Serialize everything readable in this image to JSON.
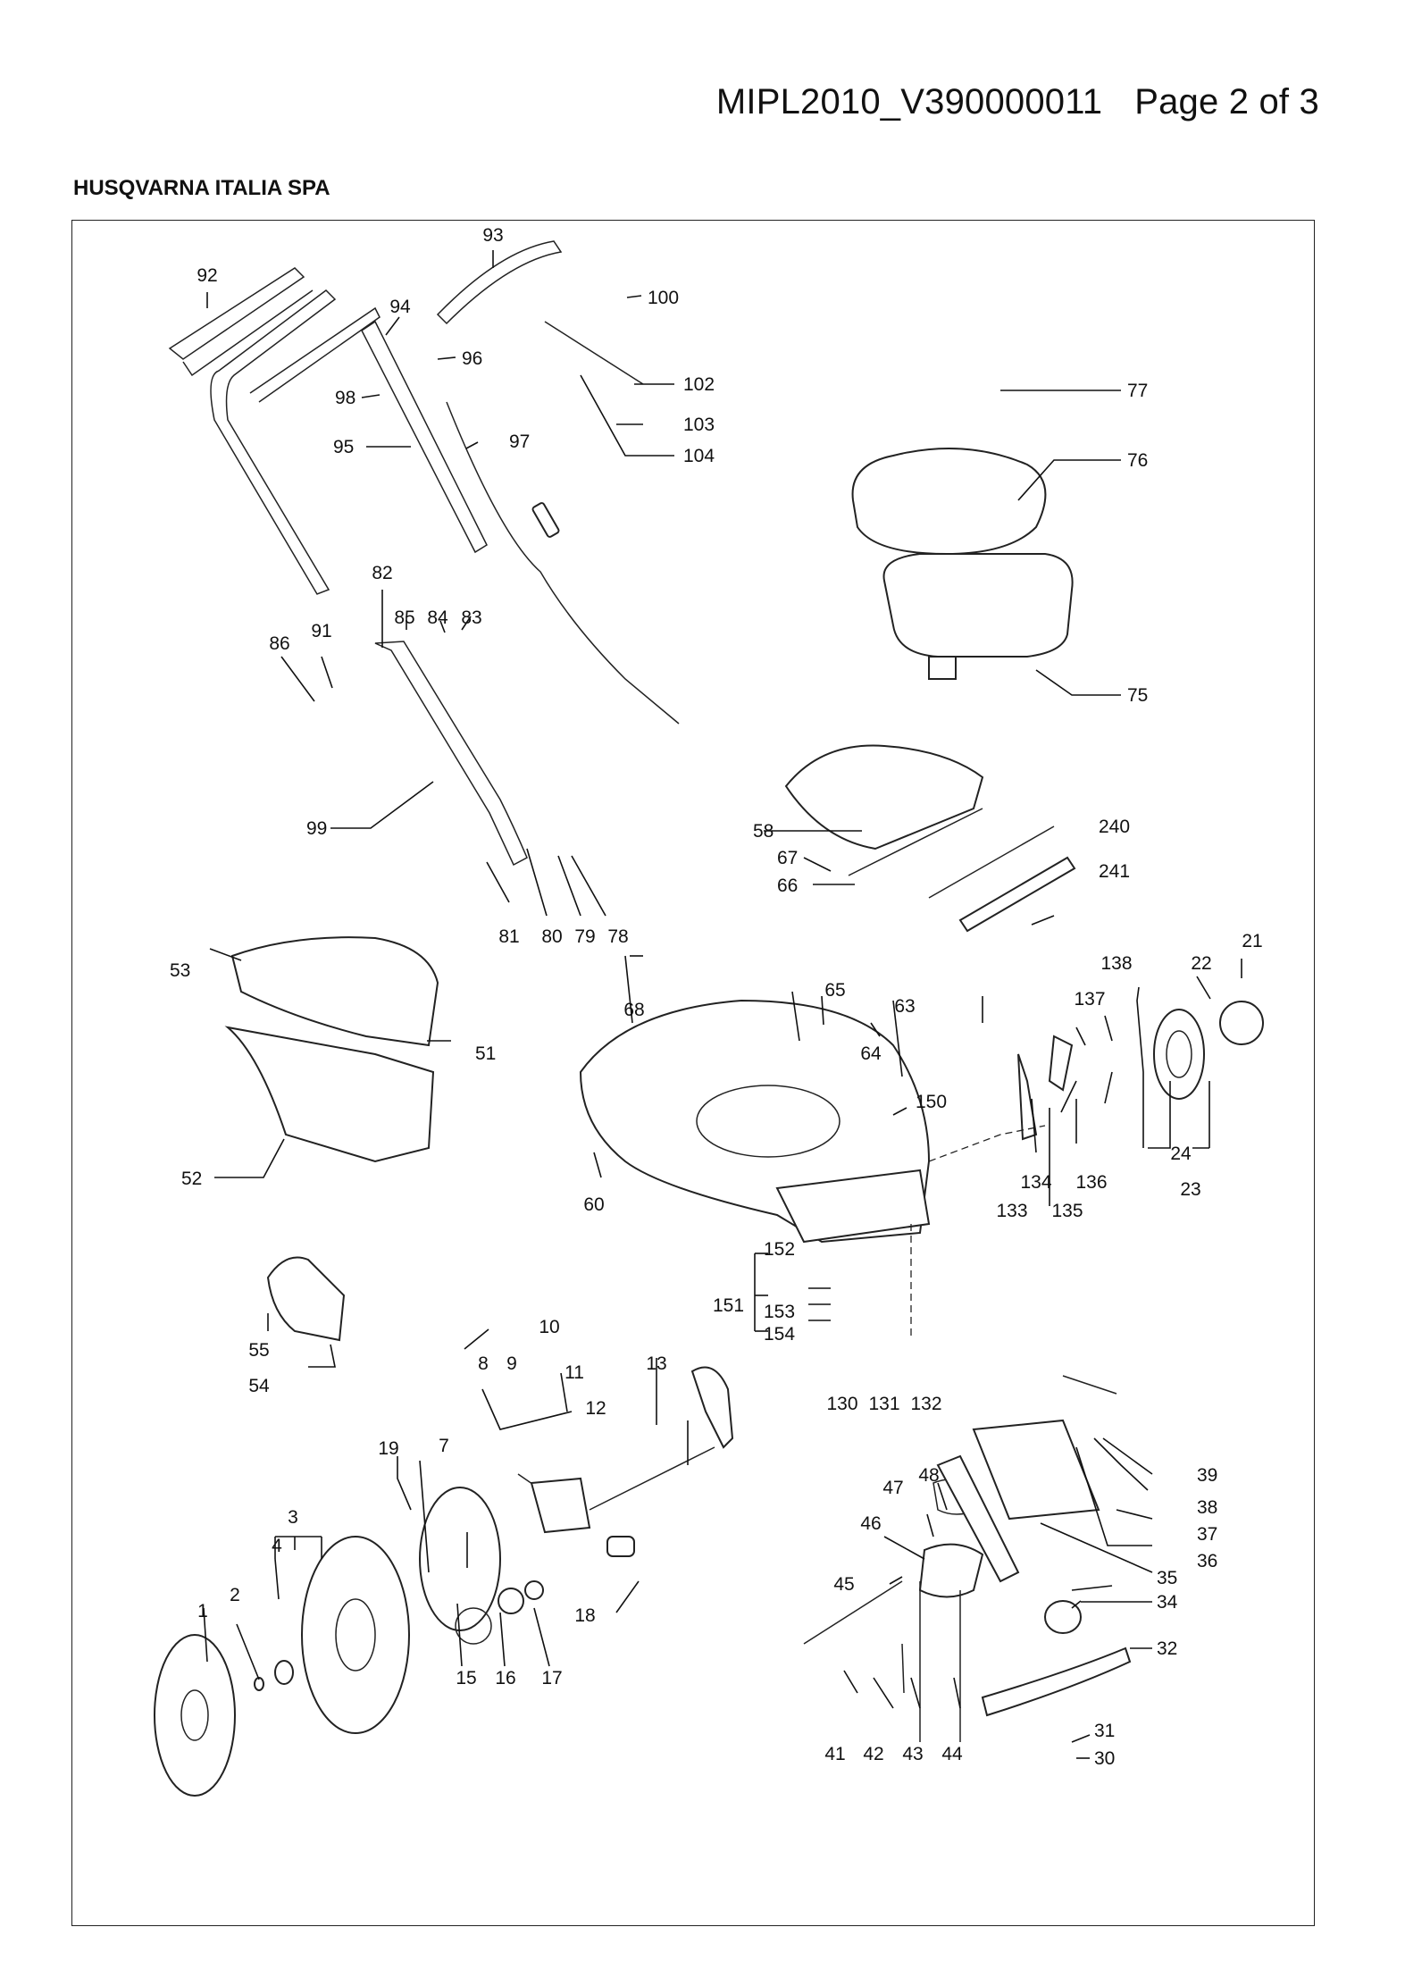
{
  "header": {
    "doc_id": "MIPL2010_V390000011",
    "page": "Page 2 of 3"
  },
  "company": "HUSQVARNA ITALIA SPA",
  "callouts": {
    "p1": "1",
    "p2": "2",
    "p3": "3",
    "p4": "4",
    "p7": "7",
    "p8": "8",
    "p9": "9",
    "p10": "10",
    "p11": "11",
    "p12": "12",
    "p13": "13",
    "p15": "15",
    "p16": "16",
    "p17": "17",
    "p18": "18",
    "p19": "19",
    "p21": "21",
    "p22": "22",
    "p23": "23",
    "p24": "24",
    "p30": "30",
    "p31": "31",
    "p32": "32",
    "p34": "34",
    "p35": "35",
    "p36": "36",
    "p37": "37",
    "p38": "38",
    "p39": "39",
    "p41": "41",
    "p42": "42",
    "p43": "43",
    "p44": "44",
    "p45": "45",
    "p46": "46",
    "p47": "47",
    "p48": "48",
    "p51": "51",
    "p52": "52",
    "p53": "53",
    "p54": "54",
    "p55": "55",
    "p58": "58",
    "p60": "60",
    "p63": "63",
    "p64": "64",
    "p65": "65",
    "p66": "66",
    "p67": "67",
    "p68": "68",
    "p75": "75",
    "p76": "76",
    "p77": "77",
    "p78": "78",
    "p79": "79",
    "p80": "80",
    "p81": "81",
    "p82": "82",
    "p83": "83",
    "p84": "84",
    "p85": "85",
    "p86": "86",
    "p91": "91",
    "p92": "92",
    "p93": "93",
    "p94": "94",
    "p95": "95",
    "p96": "96",
    "p97": "97",
    "p98": "98",
    "p99": "99",
    "p100": "100",
    "p102": "102",
    "p103": "103",
    "p104": "104",
    "p130": "130",
    "p131": "131",
    "p132": "132",
    "p133": "133",
    "p134": "134",
    "p135": "135",
    "p136": "136",
    "p137": "137",
    "p138": "138",
    "p150": "150",
    "p151": "151",
    "p152": "152",
    "p153": "153",
    "p154": "154",
    "p240": "240",
    "p241": "241"
  }
}
